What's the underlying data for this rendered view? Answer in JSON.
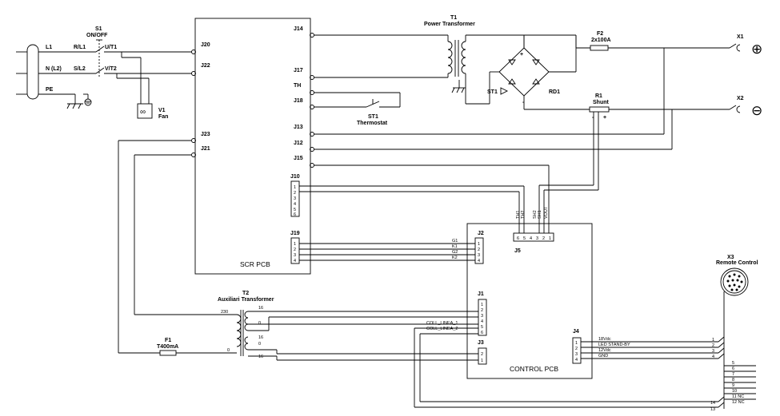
{
  "scr_pcb": {
    "name": "SCR PCB",
    "left_connectors": [
      "J20",
      "J22",
      "J23",
      "J21"
    ],
    "right_connectors": [
      "J14",
      "J17",
      "TH",
      "J18",
      "J13",
      "J12",
      "J15"
    ],
    "j10": {
      "label": "J10",
      "pins": [
        "1",
        "2",
        "3",
        "4",
        "5",
        "6"
      ]
    },
    "j19": {
      "label": "J19",
      "pins": [
        "1",
        "2",
        "3",
        "4"
      ]
    }
  },
  "mains": {
    "l1": "L1",
    "n": "N (L2)",
    "pe": "PE"
  },
  "switch": {
    "ref": "S1",
    "name": "ON/OFF",
    "terminals": [
      "R/L1",
      "S/L2",
      "U/T1",
      "V/T2"
    ]
  },
  "fan": {
    "ref": "V1",
    "name": "Fan"
  },
  "thermostat": {
    "ref": "ST1",
    "name": "Thermostat"
  },
  "power_transformer": {
    "ref": "T1",
    "name": "Power Transformer"
  },
  "fuse_f2": {
    "ref": "F2",
    "value": "2x100A"
  },
  "bridge": {
    "ref": "RD1",
    "st1": "ST1",
    "plus": "+",
    "minus": "-"
  },
  "shunt": {
    "ref": "R1",
    "name": "Shunt",
    "minus": "-",
    "plus": "+"
  },
  "outputs": [
    {
      "ref": "X1",
      "sign": "⊕"
    },
    {
      "ref": "X2",
      "sign": "⊖"
    }
  ],
  "control_pcb": {
    "name": "CONTROL PCB",
    "j2": {
      "label": "J2",
      "pins": [
        "1",
        "2",
        "3",
        "4"
      ],
      "signals": [
        "G1",
        "K1",
        "G2",
        "K2"
      ]
    },
    "j5": {
      "label": "J5",
      "pins": [
        "6",
        "5",
        "4",
        "3",
        "2",
        "1"
      ],
      "signals": [
        "TH1",
        "TH2",
        "SH2",
        "SH1",
        "VOUT"
      ]
    },
    "j1": {
      "label": "J1",
      "pins": [
        "1",
        "2",
        "3",
        "4",
        "5",
        "6"
      ],
      "signals": [
        "COLL_LINEA_1",
        "COLL_LINEA_2"
      ]
    },
    "j3": {
      "label": "J3",
      "pins": [
        "2",
        "1"
      ]
    },
    "j4": {
      "label": "J4",
      "pins": [
        "1",
        "2",
        "3",
        "4"
      ],
      "signals": [
        "18Vdc",
        "LED STAND-BY",
        "12Vdc",
        "GND"
      ]
    }
  },
  "aux_transformer": {
    "ref": "T2",
    "name": "Auxiliari Transformer",
    "primary": [
      "230",
      "0"
    ],
    "secondary": [
      "16",
      "0",
      "16",
      "0",
      "16"
    ]
  },
  "fuse_f1": {
    "ref": "F1",
    "value": "T400mA"
  },
  "remote": {
    "ref": "X3",
    "name": "Remote Control",
    "pins": [
      "1",
      "2",
      "3",
      "4",
      "5",
      "6",
      "7",
      "8",
      "9",
      "10",
      "11 NC",
      "12 NC",
      "14",
      "13"
    ]
  }
}
